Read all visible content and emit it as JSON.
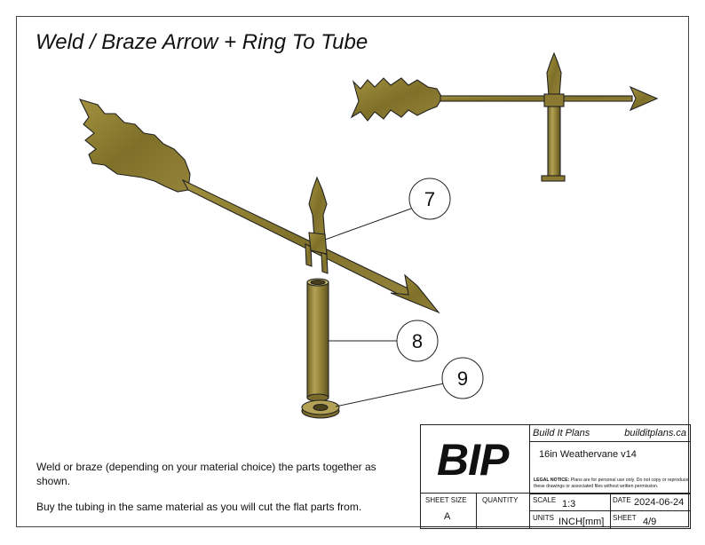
{
  "title": "Weld / Braze Arrow + Ring To Tube",
  "callouts": [
    "7",
    "8",
    "9"
  ],
  "notes": {
    "line1": "Weld or braze (depending on your material choice) the parts together as shown.",
    "line2": "Buy the tubing in the same material as you will cut the flat parts from."
  },
  "title_block": {
    "logo": "BIP",
    "company": "Build It Plans",
    "website": "builditplans.ca",
    "project": "16in Weathervane v14",
    "legal_heading": "LEGAL NOTICE:",
    "legal_text": "Plans are for personal use only. Do not copy or reproduce these drawings or associated files without written permission.",
    "sheet_size_label": "SHEET SIZE",
    "sheet_size": "A",
    "quantity_label": "QUANTITY",
    "quantity": "",
    "scale_label": "SCALE",
    "scale": "1:3",
    "date_label": "DATE",
    "date": "2024-06-24",
    "units_label": "UNITS",
    "units": "INCH[mm]",
    "sheet_label": "SHEET",
    "sheet": "4/9"
  },
  "colors": {
    "brass": "#8a7a32",
    "brass_dark": "#5c5120",
    "brass_light": "#b3a255"
  }
}
